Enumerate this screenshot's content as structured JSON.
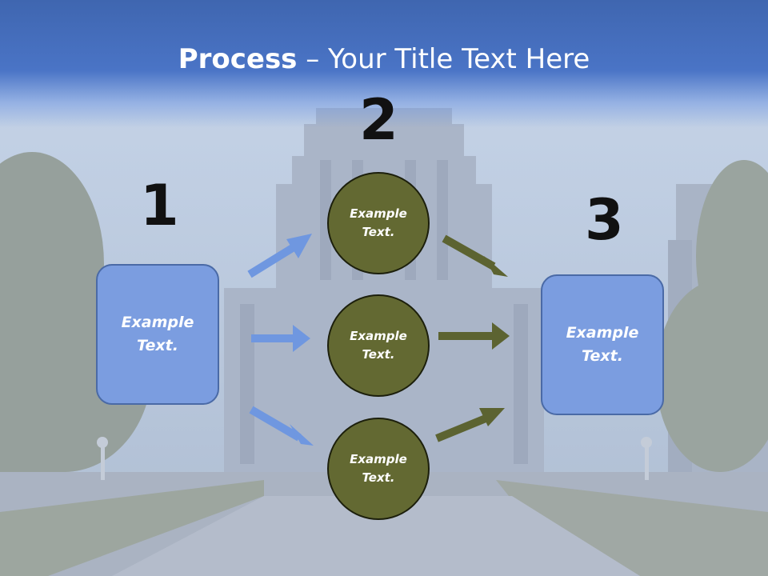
{
  "slide": {
    "title_bold": "Process",
    "title_rest": " – Your Title Text Here"
  },
  "steps": {
    "step1_number": "1",
    "step2_number": "2",
    "step3_number": "3"
  },
  "boxes": {
    "left_text": "Example Text.",
    "right_text": "Example Text."
  },
  "circles": {
    "top_text": "Example Text.",
    "middle_text": "Example Text.",
    "bottom_text": "Example Text."
  },
  "colors": {
    "title_band": "#4a74c6",
    "box_fill": "#7b9de0",
    "circle_fill": "#636932",
    "arrow_blue": "#6f97e0",
    "arrow_olive": "#5c6331"
  }
}
